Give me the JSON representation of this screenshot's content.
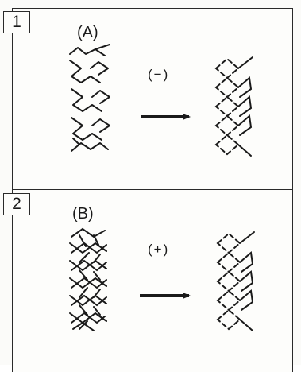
{
  "panels": [
    {
      "number": "1",
      "label": "(A)",
      "sign": "(−)"
    },
    {
      "number": "2",
      "label": "(B)",
      "sign": "(+)"
    }
  ],
  "colors": {
    "ink": "#1a1a1a",
    "border": "#2a2a2a",
    "paper": "#fdfdfb"
  }
}
